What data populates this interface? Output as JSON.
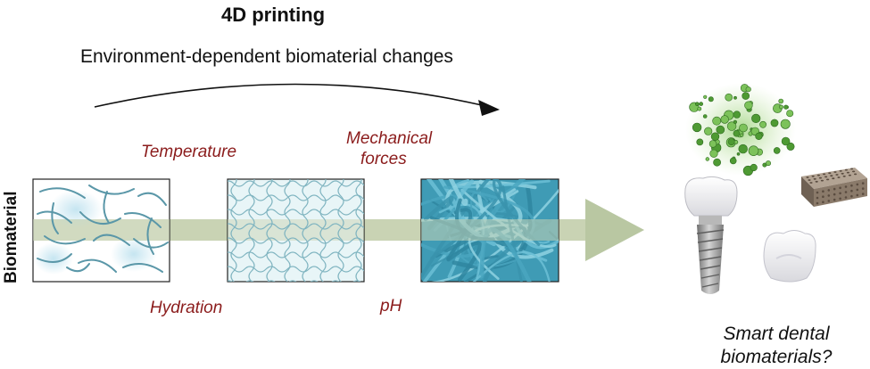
{
  "title": "4D printing",
  "subtitle": "Environment-dependent biomaterial changes",
  "side_label": "Biomaterial",
  "stimuli": {
    "temperature": "Temperature",
    "mechanical_line1": "Mechanical",
    "mechanical_line2": "forces",
    "hydration": "Hydration",
    "ph": "pH"
  },
  "question_line1": "Smart dental",
  "question_line2": "biomaterials?",
  "colors": {
    "band": "#c9d3b4",
    "arrowhead": "#b9c7a2",
    "fiber": "#5a97a8",
    "mesh": "#7fb4c0",
    "dense_fiber": "#4f9db4",
    "stimulus_text": "#8b1c1c",
    "particles": "#5fae3c",
    "implant": "#9a9a9a",
    "scaffold": "#8a7a6a"
  },
  "icons": [
    "curved-arrow-icon",
    "tooth-implant-icon",
    "tooth-crown-icon",
    "porous-scaffold-icon",
    "bioactive-particles-icon"
  ]
}
